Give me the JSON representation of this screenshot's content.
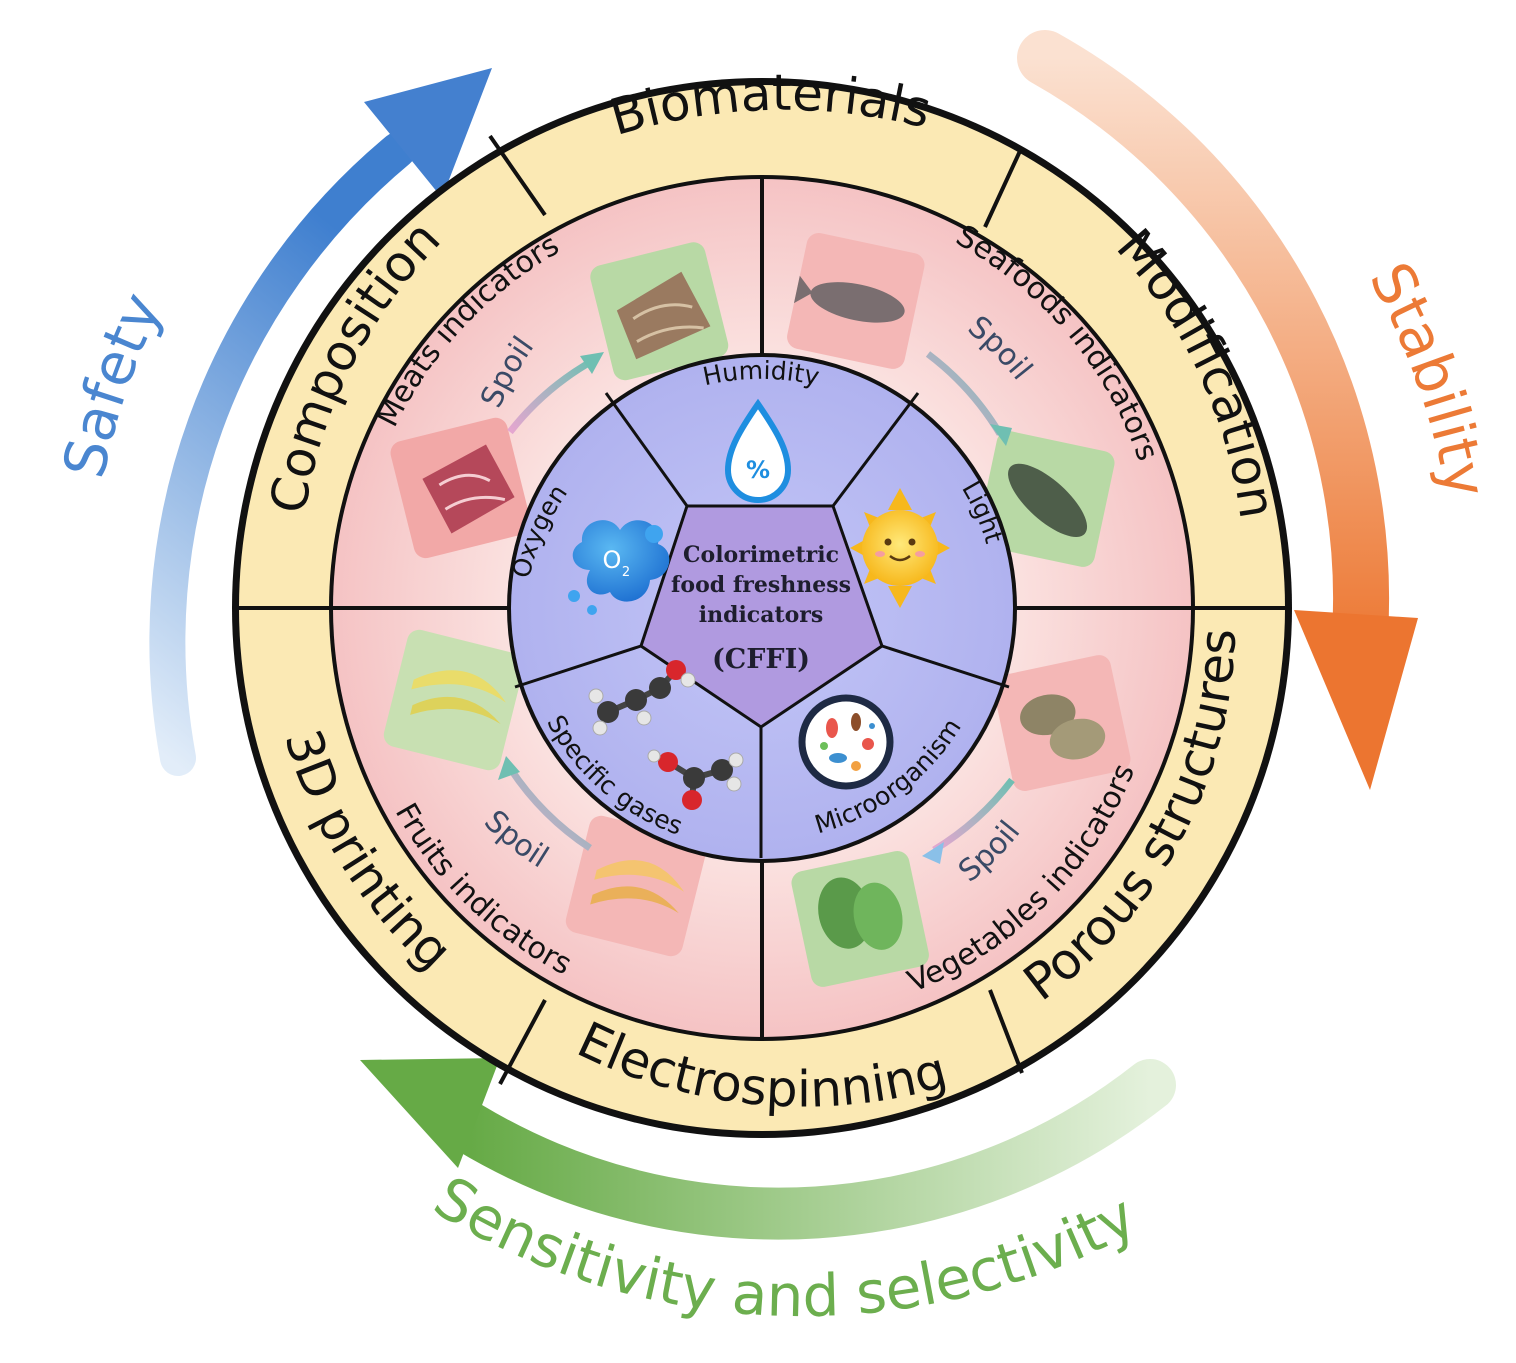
{
  "outer_arrows": [
    {
      "label": "Safety",
      "color": "#4a86d0"
    },
    {
      "label": "Stability",
      "color": "#ec7a36"
    },
    {
      "label": "Sensitivity and selectivity",
      "color": "#6cae4e"
    }
  ],
  "outer_ring": [
    "Biomaterials",
    "Modification",
    "Porous structures",
    "Electrospinning",
    "3D printing",
    "Composition"
  ],
  "food_indicators": [
    "Meats indicators",
    "Seafoods indicators",
    "Vegetables indicators",
    "Fruits indicators"
  ],
  "spoil_label": "Spoil",
  "factors": [
    "Humidity",
    "Light",
    "Microorganism",
    "Specific gases",
    "Oxygen"
  ],
  "center": {
    "line1": "Colorimetric",
    "line2": "food freshness",
    "line3": "indicators",
    "abbr": "(CFFI)"
  },
  "icons": {
    "humidity_symbol": "%",
    "oxygen_symbol": "O",
    "oxygen_subscript": "2"
  },
  "colors": {
    "ring_fill": "#fbe9b4",
    "food_fill": "#f6c7c9",
    "factor_fill": "#b8b9f2",
    "center_fill": "#b09ae0",
    "divider": "#111111"
  }
}
